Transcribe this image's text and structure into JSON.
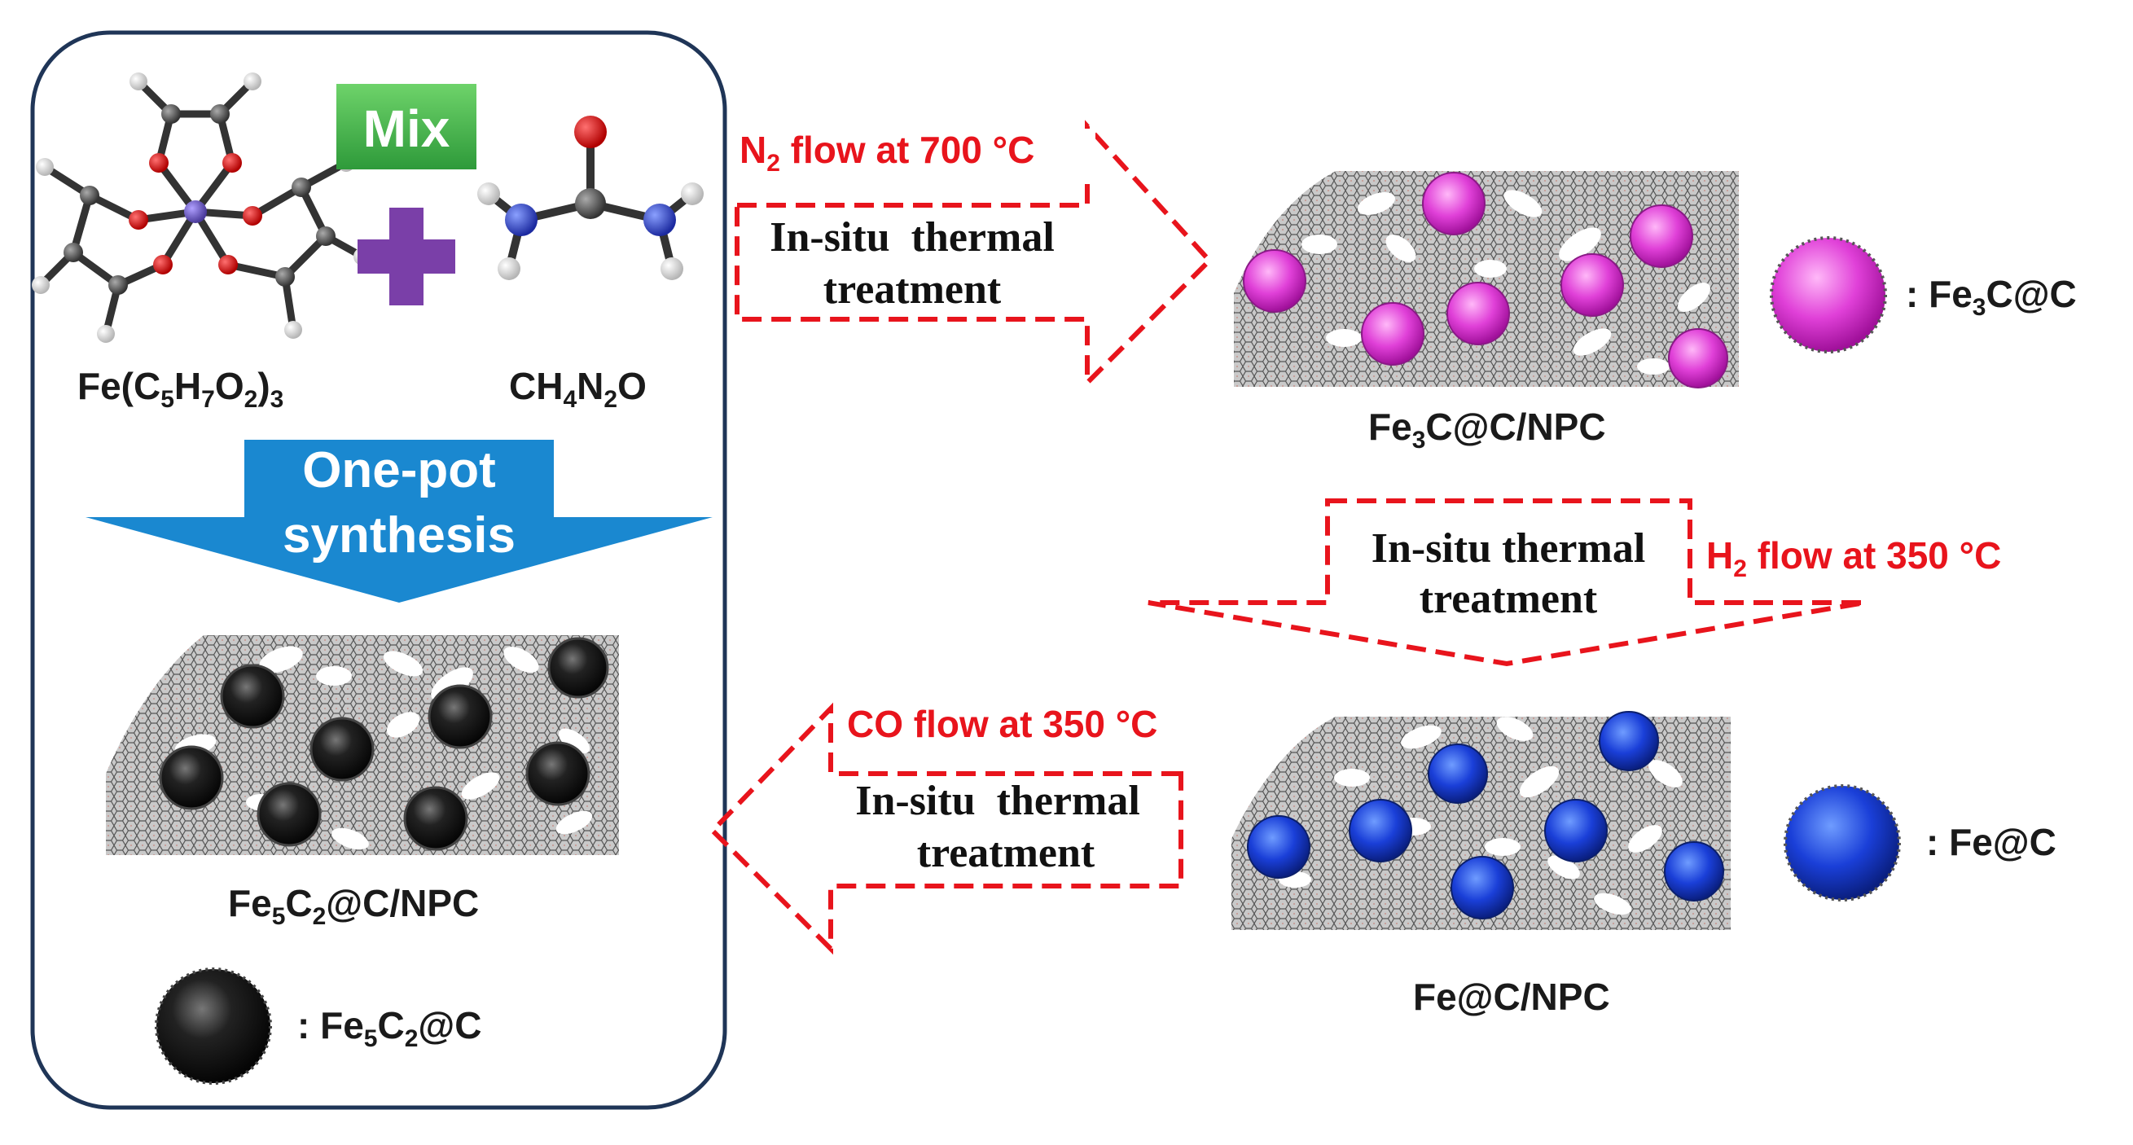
{
  "precursors": {
    "iron_precursor": {
      "base": "Fe(C",
      "s1": "5",
      "m1": "H",
      "s2": "7",
      "m2": "O",
      "s3": "2",
      "m3": ")",
      "s4": "3"
    },
    "urea": {
      "base": "CH",
      "s1": "4",
      "m1": "N",
      "s2": "2",
      "m2": "O"
    }
  },
  "mix_label": "Mix",
  "one_pot": {
    "line1": "One-pot",
    "line2": "synthesis"
  },
  "product_fe5c2": {
    "base": "Fe",
    "s1": "5",
    "m1": "C",
    "s2": "2",
    "tail": "@C/NPC"
  },
  "legend_fe5c2": {
    "colon": ": Fe",
    "s1": "5",
    "m1": "C",
    "s2": "2",
    "tail": "@C"
  },
  "step_n2": {
    "flow": {
      "base": "N",
      "s1": "2",
      "tail": " flow at 700 °C"
    },
    "line1": "In-situ  thermal",
    "line2": "treatment"
  },
  "product_fe3c": {
    "base": "Fe",
    "s1": "3",
    "tail": "C@C/NPC"
  },
  "legend_fe3c": {
    "colon": ": Fe",
    "s1": "3",
    "tail": "C@C"
  },
  "step_h2": {
    "flow": {
      "base": "H",
      "s1": "2",
      "tail": " flow at 350 °C"
    },
    "line1": "In-situ thermal",
    "line2": "treatment"
  },
  "product_fe": "Fe@C/NPC",
  "legend_fe": ": Fe@C",
  "step_co": {
    "flow": "CO flow at 350 °C",
    "line1": "In-situ  thermal",
    "line2": "treatment"
  },
  "colors": {
    "fe5c2_particle": "#151515",
    "fe3c_particle": "#e040d8",
    "fe_particle": "#1a3fd8",
    "arrow_red": "#e8141c",
    "mix_green": "#3cb04a",
    "plus_purple": "#7a3fa8",
    "onepot_blue": "#1a88d0",
    "panel_border": "#1f3557"
  }
}
